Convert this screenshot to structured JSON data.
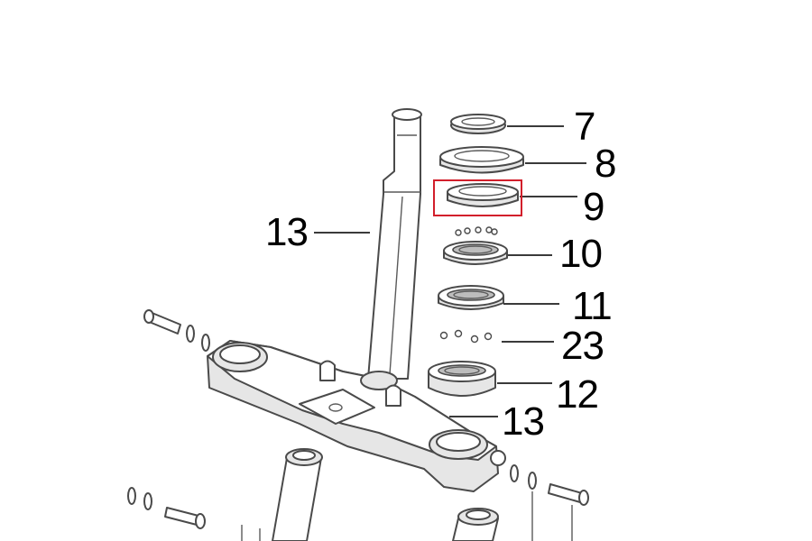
{
  "diagram": {
    "callouts": [
      {
        "id": "7",
        "label": "7"
      },
      {
        "id": "8",
        "label": "8"
      },
      {
        "id": "9",
        "label": "9"
      },
      {
        "id": "10",
        "label": "10"
      },
      {
        "id": "11",
        "label": "11"
      },
      {
        "id": "23",
        "label": "23"
      },
      {
        "id": "12",
        "label": "12"
      },
      {
        "id": "13a",
        "label": "13"
      },
      {
        "id": "13b",
        "label": "13"
      }
    ],
    "highlight": {
      "part": "9",
      "color": "#d21f2b"
    }
  }
}
